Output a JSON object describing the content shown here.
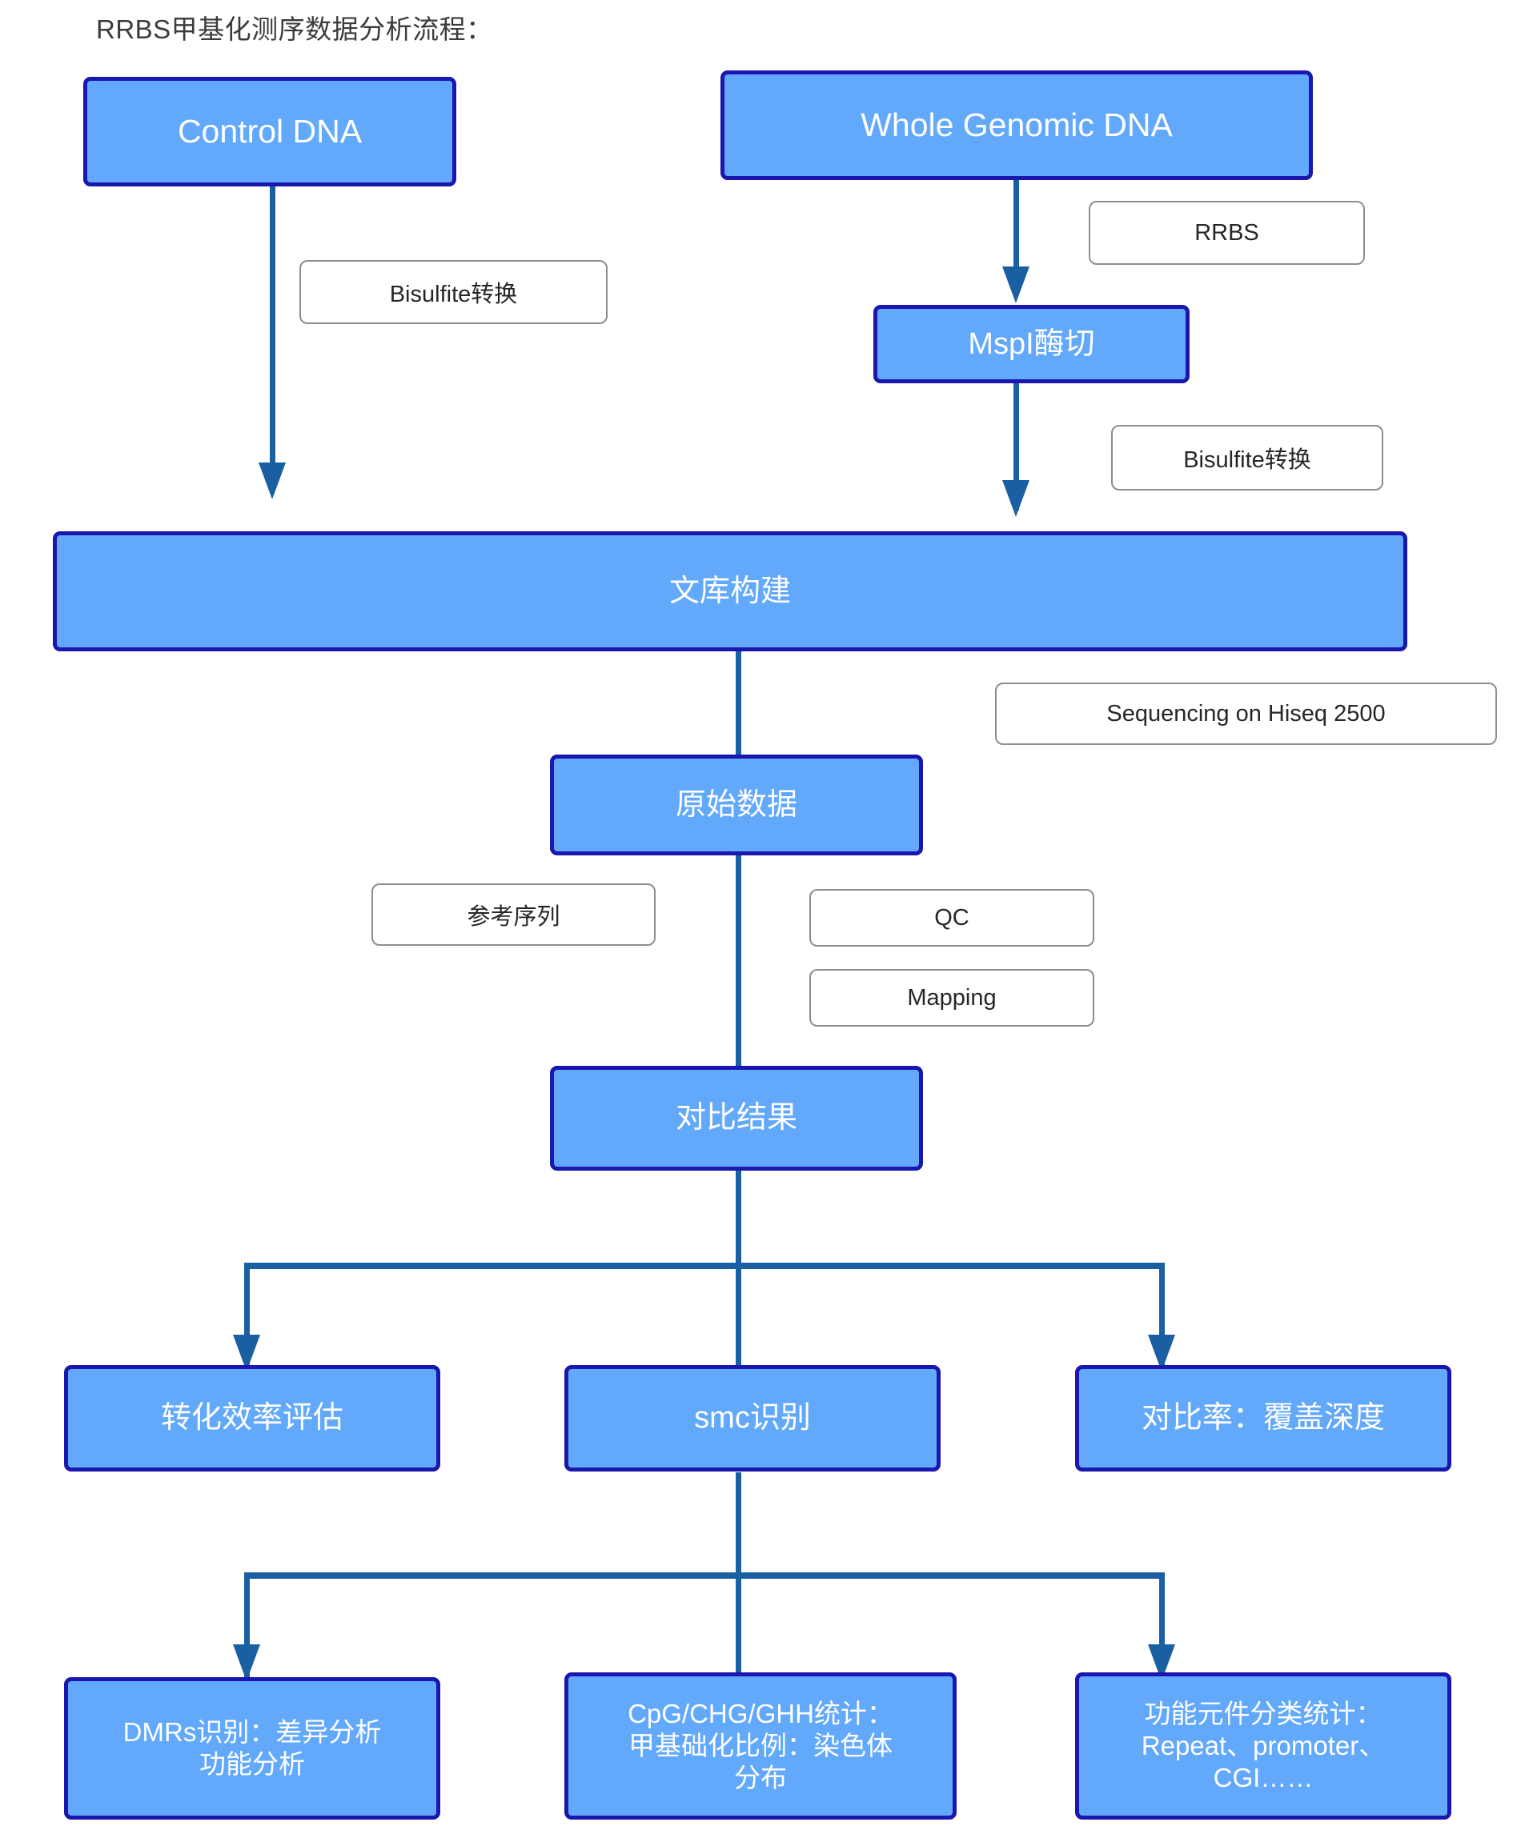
{
  "title": "RRBS甲基化测序数据分析流程：",
  "colors": {
    "box_fill": "#62A8FB",
    "box_border": "#1A16AE",
    "box_text": "#FFFFFF",
    "connector": "#1A5FA2",
    "label_border": "#8D8D8D",
    "label_text": "#262626",
    "title_text": "#3B3B3B",
    "background": "#FFFFFF"
  },
  "chart_data": {
    "type": "diagram",
    "title": "RRBS甲基化测序数据分析流程：",
    "nodes": [
      {
        "id": "control_dna",
        "label": "Control DNA",
        "kind": "process"
      },
      {
        "id": "whole_genomic",
        "label": "Whole Genomic DNA",
        "kind": "process"
      },
      {
        "id": "mspi",
        "label": "MspI酶切",
        "kind": "process"
      },
      {
        "id": "library",
        "label": "文库构建",
        "kind": "process"
      },
      {
        "id": "raw_data",
        "label": "原始数据",
        "kind": "process"
      },
      {
        "id": "align_result",
        "label": "对比结果",
        "kind": "process"
      },
      {
        "id": "conv_eff",
        "label": "转化效率评估",
        "kind": "process"
      },
      {
        "id": "smc",
        "label": "smc识别",
        "kind": "process"
      },
      {
        "id": "map_rate",
        "label": "对比率：覆盖深度",
        "kind": "process"
      },
      {
        "id": "dmrs",
        "label": "DMRs识别：差异分析 功能分析",
        "kind": "process"
      },
      {
        "id": "cpg",
        "label": "CpG/CHG/GHH统计：甲基础化比例：染色体分布",
        "kind": "process"
      },
      {
        "id": "func_elem",
        "label": "功能元件分类统计：Repeat、promoter、CGI……",
        "kind": "process"
      },
      {
        "id": "bisulfite_1",
        "label": "Bisulfite转换",
        "kind": "annotation"
      },
      {
        "id": "rrbs",
        "label": "RRBS",
        "kind": "annotation"
      },
      {
        "id": "bisulfite_2",
        "label": "Bisulfite转换",
        "kind": "annotation"
      },
      {
        "id": "sequencing",
        "label": "Sequencing on Hiseq 2500",
        "kind": "annotation"
      },
      {
        "id": "ref_seq",
        "label": "参考序列",
        "kind": "annotation"
      },
      {
        "id": "qc",
        "label": "QC",
        "kind": "annotation"
      },
      {
        "id": "mapping",
        "label": "Mapping",
        "kind": "annotation"
      }
    ],
    "edges": [
      {
        "from": "control_dna",
        "to": "library",
        "label": "Bisulfite转换"
      },
      {
        "from": "whole_genomic",
        "to": "mspi",
        "label": "RRBS"
      },
      {
        "from": "mspi",
        "to": "library",
        "label": "Bisulfite转换"
      },
      {
        "from": "library",
        "to": "raw_data",
        "label": "Sequencing on Hiseq 2500"
      },
      {
        "from": "raw_data",
        "to": "align_result",
        "label": "参考序列 / QC / Mapping"
      },
      {
        "from": "align_result",
        "to": "conv_eff",
        "label": ""
      },
      {
        "from": "align_result",
        "to": "smc",
        "label": ""
      },
      {
        "from": "align_result",
        "to": "map_rate",
        "label": ""
      },
      {
        "from": "smc",
        "to": "dmrs",
        "label": ""
      },
      {
        "from": "smc",
        "to": "cpg",
        "label": ""
      },
      {
        "from": "smc",
        "to": "func_elem",
        "label": ""
      }
    ]
  },
  "boxes": {
    "control_dna": {
      "label": "Control DNA"
    },
    "whole_genomic": {
      "label": "Whole Genomic DNA"
    },
    "mspi": {
      "label": "MspI酶切"
    },
    "library": {
      "label": "文库构建"
    },
    "raw_data": {
      "label": "原始数据"
    },
    "align_result": {
      "label": "对比结果"
    },
    "conv_eff": {
      "label": "转化效率评估"
    },
    "smc": {
      "label": "smc识别"
    },
    "map_rate": {
      "label": "对比率：覆盖深度"
    },
    "dmrs_line1": {
      "label": "DMRs识别：差异分析"
    },
    "dmrs_line2": {
      "label": "功能分析"
    },
    "cpg_line1": {
      "label": "CpG/CHG/GHH统计："
    },
    "cpg_line2": {
      "label": "甲基础化比例：染色体"
    },
    "cpg_line3": {
      "label": "分布"
    },
    "func_line1": {
      "label": "功能元件分类统计："
    },
    "func_line2": {
      "label": "Repeat、promoter、"
    },
    "func_line3": {
      "label": "CGI……"
    }
  },
  "labels": {
    "bisulfite_1": "Bisulfite转换",
    "rrbs": "RRBS",
    "bisulfite_2": "Bisulfite转换",
    "sequencing": "Sequencing on Hiseq 2500",
    "ref_seq": "参考序列",
    "qc": "QC",
    "mapping": "Mapping"
  }
}
